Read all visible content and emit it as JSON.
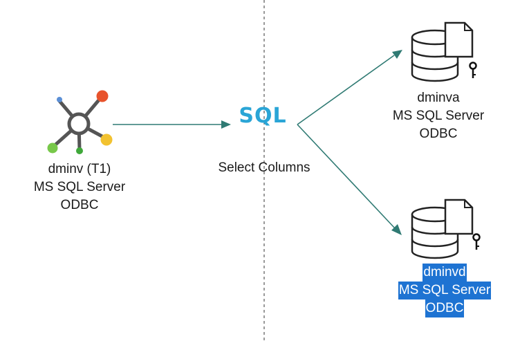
{
  "colors": {
    "connector": "#2f7a73",
    "sql_accent": "#2aa5d6",
    "selection": "#1e73d2",
    "hub_red": "#e8532c",
    "hub_yellow": "#f2c230",
    "hub_green": "#78c84a",
    "hub_blue": "#5b8fd6"
  },
  "source": {
    "icon": "data-source-hub-icon",
    "name": "dminv (T1)",
    "type": "MS SQL Server",
    "driver": "ODBC"
  },
  "transform": {
    "icon_text": "SQL",
    "label": "Select Columns"
  },
  "targets": [
    {
      "icon": "database-document-key-icon",
      "name": "dminva",
      "type": "MS SQL Server",
      "driver": "ODBC",
      "selected": false
    },
    {
      "icon": "database-document-key-icon",
      "name": "dminvd",
      "type": "MS SQL Server",
      "driver": "ODBC",
      "selected": true
    }
  ]
}
